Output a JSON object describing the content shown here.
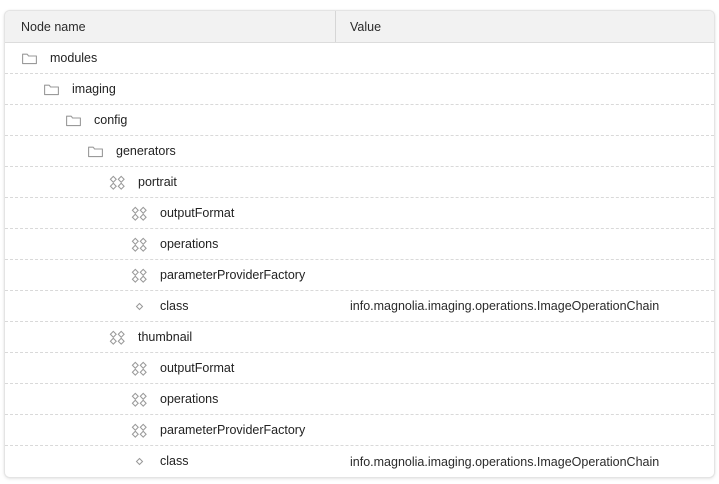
{
  "table": {
    "columns": [
      {
        "key": "node_name",
        "label": "Node name"
      },
      {
        "key": "value",
        "label": "Value"
      }
    ],
    "colors": {
      "header_bg": "#f2f2f2",
      "row_bg": "#ffffff",
      "border": "#dcdcdc",
      "row_separator": "#d9d9d9",
      "text": "#222222",
      "icon": "#9a9a9a"
    },
    "rows": [
      {
        "depth": 0,
        "icon": "folder-icon",
        "name": "modules",
        "value": ""
      },
      {
        "depth": 1,
        "icon": "folder-icon",
        "name": "imaging",
        "value": ""
      },
      {
        "depth": 2,
        "icon": "folder-icon",
        "name": "config",
        "value": ""
      },
      {
        "depth": 3,
        "icon": "folder-icon",
        "name": "generators",
        "value": ""
      },
      {
        "depth": 4,
        "icon": "content-node-icon",
        "name": "portrait",
        "value": ""
      },
      {
        "depth": 5,
        "icon": "content-node-icon",
        "name": "outputFormat",
        "value": ""
      },
      {
        "depth": 5,
        "icon": "content-node-icon",
        "name": "operations",
        "value": ""
      },
      {
        "depth": 5,
        "icon": "content-node-icon",
        "name": "parameterProviderFactory",
        "value": ""
      },
      {
        "depth": 5,
        "icon": "property-icon",
        "name": "class",
        "value": "info.magnolia.imaging.operations.ImageOperationChain"
      },
      {
        "depth": 4,
        "icon": "content-node-icon",
        "name": "thumbnail",
        "value": ""
      },
      {
        "depth": 5,
        "icon": "content-node-icon",
        "name": "outputFormat",
        "value": ""
      },
      {
        "depth": 5,
        "icon": "content-node-icon",
        "name": "operations",
        "value": ""
      },
      {
        "depth": 5,
        "icon": "content-node-icon",
        "name": "parameterProviderFactory",
        "value": ""
      },
      {
        "depth": 5,
        "icon": "property-icon",
        "name": "class",
        "value": "info.magnolia.imaging.operations.ImageOperationChain"
      }
    ]
  }
}
